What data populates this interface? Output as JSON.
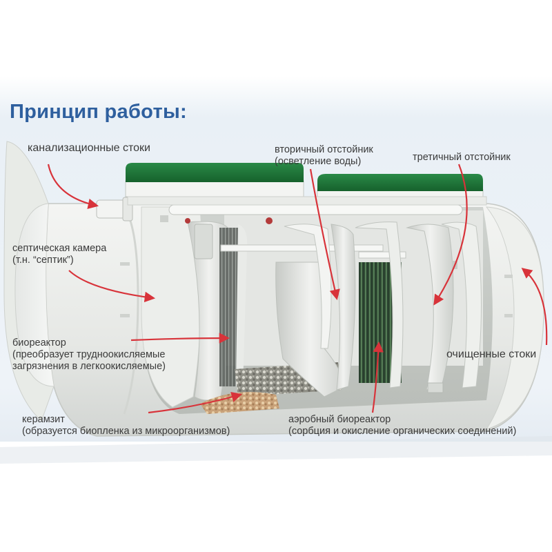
{
  "title": "Принцип работы:",
  "labels": {
    "sewage_inlet": "канализационные стоки",
    "secondary_settler_line1": "вторичный отстойник",
    "secondary_settler_line2": "(осветление воды)",
    "tertiary_settler": "третичный отстойник",
    "septic_chamber_line1": "септическая камера",
    "septic_chamber_line2": "(т.н. “септик”)",
    "bioreactor_line1": "биореактор",
    "bioreactor_line2": "(преобразует трудноокисляемые",
    "bioreactor_line3": "загрязнения в легкоокисляемые)",
    "treated_outflow": "очищенные стоки",
    "expanded_clay_line1": "керамзит",
    "expanded_clay_line2": "(образуется биопленка из микроорганизмов)",
    "aerobic_bioreactor_line1": "аэробный биореактор",
    "aerobic_bioreactor_line2": "(сорбция и окисление органических соединений)"
  },
  "colors": {
    "title": "#2e5f9e",
    "arrow": "#d8333a",
    "lid": "#1f7a3a",
    "tank": "#ecedeb",
    "label_text": "#3a3a3a"
  }
}
